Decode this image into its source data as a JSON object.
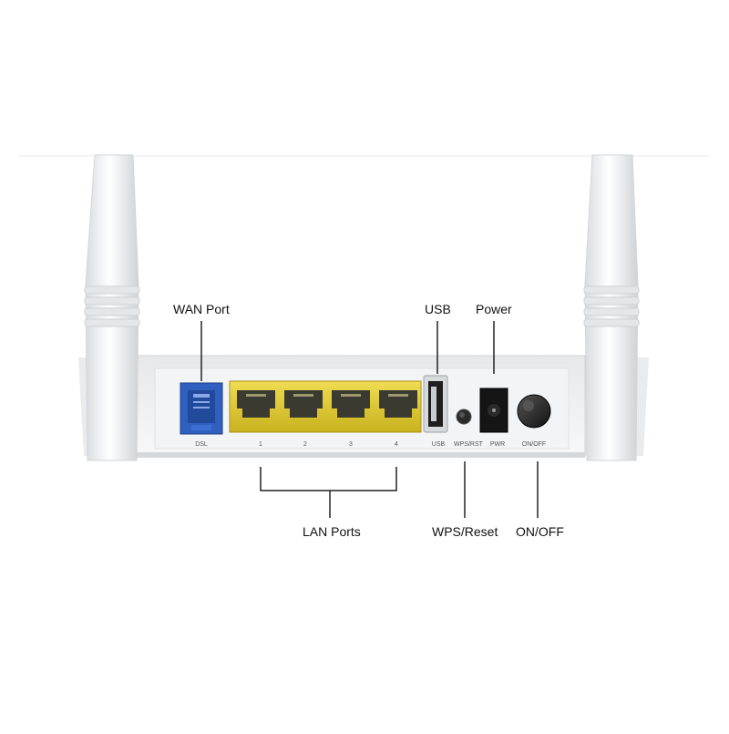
{
  "callouts": {
    "wan_port": "WAN Port",
    "usb": "USB",
    "power": "Power",
    "lan_ports": "LAN Ports",
    "wps_reset": "WPS/Reset",
    "on_off": "ON/OFF"
  },
  "panel_labels": {
    "dsl": "DSL",
    "lan_1": "1",
    "lan_2": "2",
    "lan_3": "3",
    "lan_4": "4",
    "usb": "USB",
    "wps_rst": "WPS/RST",
    "pwr": "PWR",
    "on_off": "ON/OFF"
  },
  "colors": {
    "background": "#ffffff",
    "router_body": "#f2f3f4",
    "lan_port_yellow": "#e8d23a",
    "wan_port_blue": "#2f5fbf",
    "callout_line": "#222222"
  }
}
